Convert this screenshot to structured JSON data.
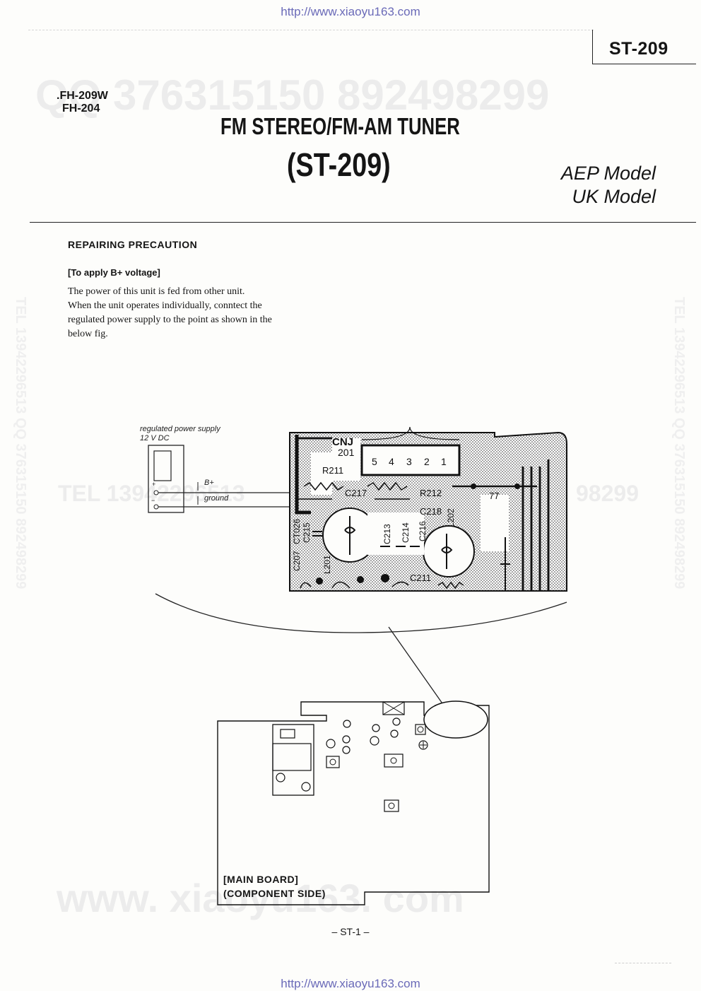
{
  "header": {
    "url": "http://www.xiaoyu163.com",
    "model_tag": "ST-209",
    "applies_to": [
      ".FH-209W",
      "FH-204"
    ]
  },
  "watermarks": {
    "qq_line": "QQ 376315150   892498299",
    "tel_line": "TEL 13942296513",
    "tel_fragment": "98299",
    "side_vertical": "TEL 13942296513  QQ 376315150  892498299",
    "bottom": "www. xiaoyu163. com"
  },
  "title": {
    "line1": "FM STEREO/FM-AM TUNER",
    "line2": "(ST-209)"
  },
  "variants": [
    "AEP Model",
    "UK Model"
  ],
  "section": {
    "heading": "REPAIRING PRECAUTION",
    "subheading": "[To apply B+ voltage]",
    "paragraph": [
      "The power of this unit is fed from other unit.",
      "When the unit operates individually, conntect the",
      "regulated power supply to the point as shown in the",
      "below fig."
    ]
  },
  "figure": {
    "supply_label_1": "regulated power supply",
    "supply_label_2": "12 V DC",
    "plus_label": "B+",
    "ground_label": "ground",
    "pcb_labels": {
      "cnj": "CNJ",
      "cnj_num": "201",
      "pins": [
        "5",
        "4",
        "3",
        "2",
        "1"
      ],
      "r211": "R211",
      "r212": "R212",
      "c217": "C217",
      "c218": "C218",
      "c207": "C207",
      "ct026": "CT026",
      "c215": "C215",
      "c213": "C213",
      "c214": "C214",
      "c216": "C216",
      "l202": "L202",
      "l201": "L201",
      "c211": "C211",
      "n77": "77"
    },
    "board_label_1": "[MAIN BOARD]",
    "board_label_2": "(COMPONENT SIDE)"
  },
  "footer": {
    "page": "– ST-1 –",
    "url": "http://www.xiaoyu163.com"
  }
}
